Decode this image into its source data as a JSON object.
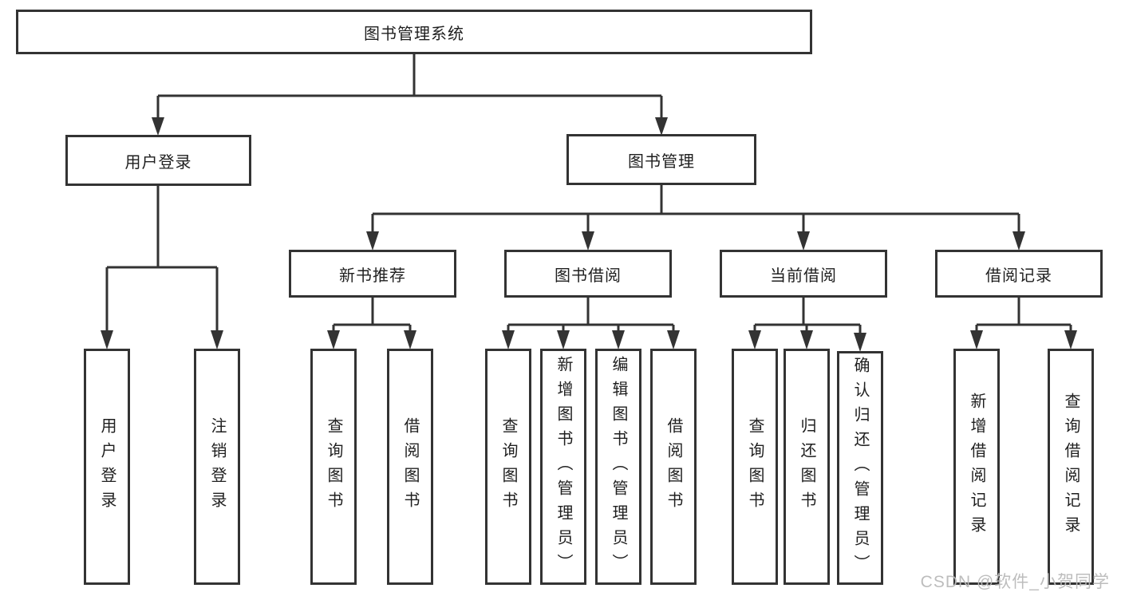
{
  "diagram_title": "图书管理系统",
  "watermark": {
    "text": "CSDN @软件_小贺同学"
  },
  "colors": {
    "line": "#333333",
    "box_border": "#333333",
    "text": "#1f1f1f",
    "watermark": "#b9b9b9",
    "background": "#ffffff"
  },
  "tree": {
    "label": "图书管理系统",
    "children": [
      {
        "label": "用户登录",
        "children": [
          {
            "label": "用户登录"
          },
          {
            "label": "注销登录"
          }
        ]
      },
      {
        "label": "图书管理",
        "children": [
          {
            "label": "新书推荐",
            "children": [
              {
                "label": "查询图书"
              },
              {
                "label": "借阅图书"
              }
            ]
          },
          {
            "label": "图书借阅",
            "children": [
              {
                "label": "查询图书"
              },
              {
                "label": "新增图书（管理员）"
              },
              {
                "label": "编辑图书（管理员）"
              },
              {
                "label": "借阅图书"
              }
            ]
          },
          {
            "label": "当前借阅",
            "children": [
              {
                "label": "查询图书"
              },
              {
                "label": "归还图书"
              },
              {
                "label": "确认归还（管理员）"
              }
            ]
          },
          {
            "label": "借阅记录",
            "children": [
              {
                "label": "新增借阅记录"
              },
              {
                "label": "查询借阅记录"
              }
            ]
          }
        ]
      }
    ]
  }
}
